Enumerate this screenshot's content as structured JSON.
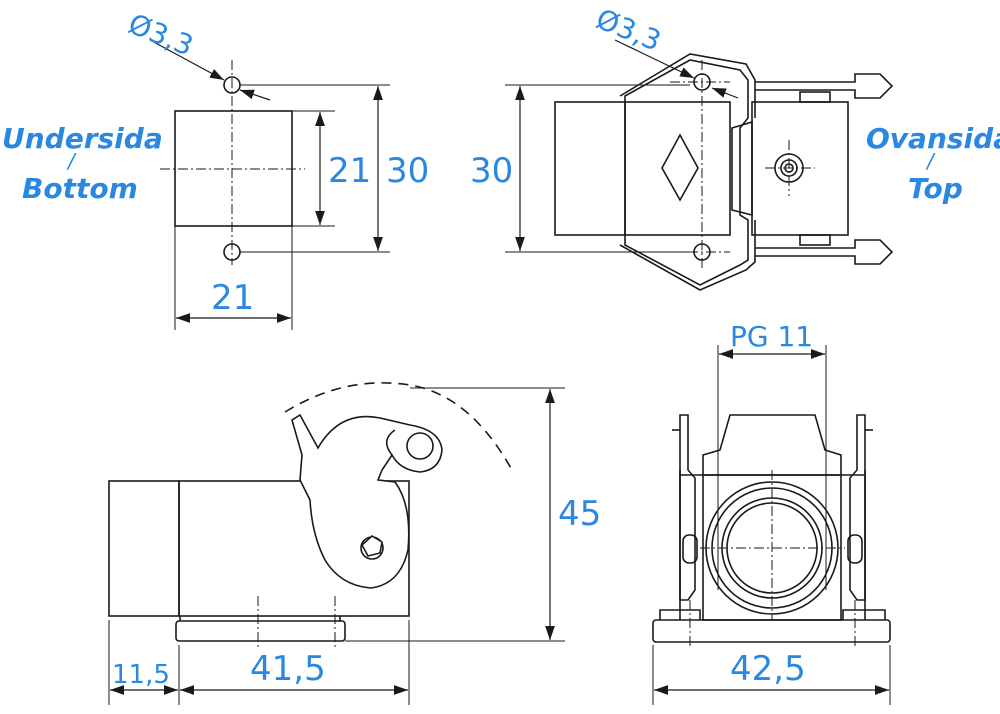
{
  "labels": {
    "underside": "Undersida",
    "underside_slash": "/",
    "bottom": "Bottom",
    "topside": "Ovansida",
    "topside_slash": "/",
    "top": "Top"
  },
  "dimensions": {
    "hole_dia_bottom": "Ø3,3",
    "hole_dia_top": "Ø3,3",
    "bottom_inner_height": "21",
    "bottom_outer_height": "30",
    "bottom_width": "21",
    "top_height": "30",
    "side_height": "45",
    "side_left_width": "11,5",
    "side_body_width": "41,5",
    "front_thread": "PG 11",
    "front_base_width": "42,5"
  },
  "colors": {
    "label": "#2a88e0",
    "line": "#1a1a1a"
  }
}
